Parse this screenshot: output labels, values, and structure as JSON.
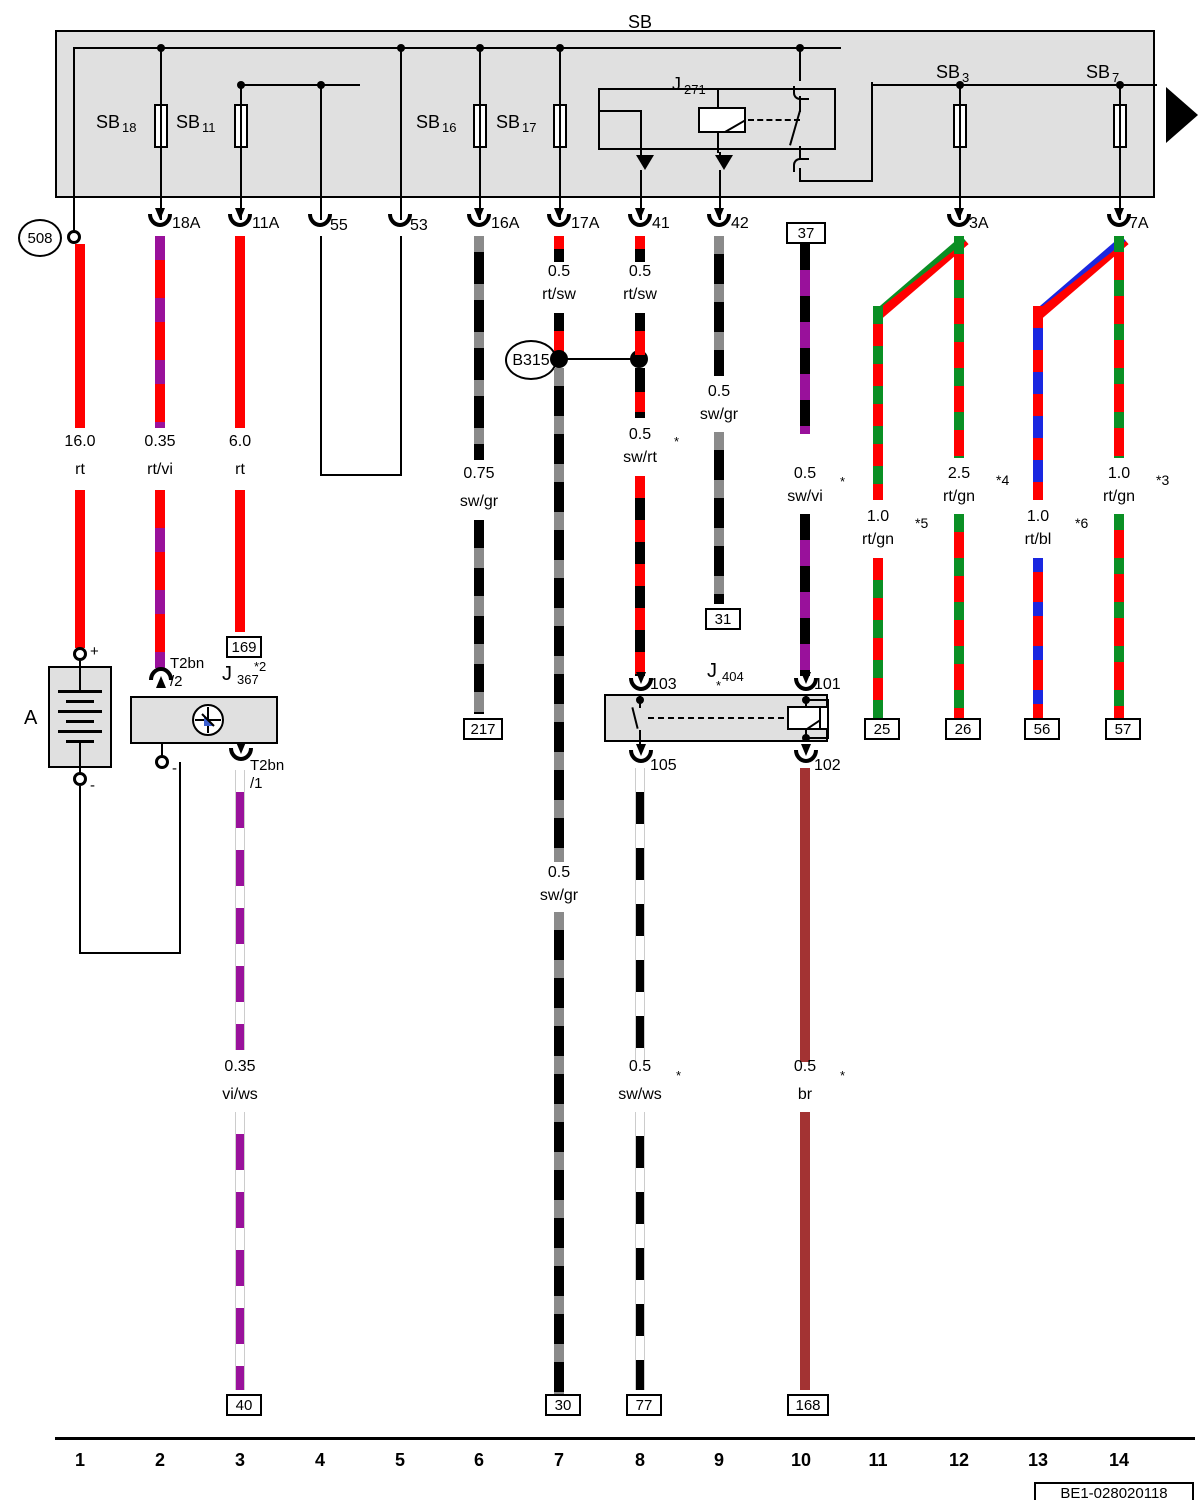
{
  "diagram": {
    "reference": "BE1-028020118",
    "fusebox_label": "SB",
    "fuses": [
      {
        "name": "SB",
        "sub": "18"
      },
      {
        "name": "SB",
        "sub": "11"
      },
      {
        "name": "SB",
        "sub": "16"
      },
      {
        "name": "SB",
        "sub": "17"
      },
      {
        "name": "SB",
        "sub": "3"
      },
      {
        "name": "SB",
        "sub": "7"
      }
    ],
    "relay_in_box": {
      "name": "J",
      "sub": "271"
    },
    "terminals": [
      {
        "id": "508"
      },
      {
        "id": "18A"
      },
      {
        "id": "11A"
      },
      {
        "id": "55"
      },
      {
        "id": "53"
      },
      {
        "id": "16A"
      },
      {
        "id": "17A"
      },
      {
        "id": "41"
      },
      {
        "id": "42"
      },
      {
        "id": "3A"
      },
      {
        "id": "7A"
      }
    ],
    "components": [
      {
        "name": "A",
        "desc": "battery"
      },
      {
        "name": "J",
        "sub": "367",
        "note": "*2",
        "desc": "battery-monitor-control-module",
        "pins": [
          "T2bn/2",
          "T2bn/1"
        ]
      },
      {
        "name": "J",
        "sub": "404",
        "note": "*",
        "desc": "relay",
        "pins": [
          "103",
          "105",
          "101",
          "102"
        ]
      },
      {
        "name": "B315",
        "desc": "splice"
      }
    ],
    "wires": [
      {
        "col": 1,
        "size": "16.0",
        "color": "rt",
        "note": ""
      },
      {
        "col": 2,
        "size": "0.35",
        "color": "rt/vi",
        "note": ""
      },
      {
        "col": 3,
        "size": "6.0",
        "color": "rt",
        "note": ""
      },
      {
        "col": 3,
        "size": "0.35",
        "color": "vi/ws",
        "note": ""
      },
      {
        "col": 6,
        "size": "0.75",
        "color": "sw/gr",
        "note": ""
      },
      {
        "col": 7,
        "size": "0.5",
        "color": "rt/sw",
        "note": ""
      },
      {
        "col": 7,
        "size": "0.5",
        "color": "sw/gr",
        "note": ""
      },
      {
        "col": 8,
        "size": "0.5",
        "color": "rt/sw",
        "note": ""
      },
      {
        "col": 8,
        "size": "0.5",
        "color": "sw/rt",
        "note": "*"
      },
      {
        "col": 8,
        "size": "0.5",
        "color": "sw/ws",
        "note": "*"
      },
      {
        "col": 9,
        "size": "0.5",
        "color": "sw/gr",
        "note": ""
      },
      {
        "col": 10,
        "size": "0.5",
        "color": "sw/vi",
        "note": "*"
      },
      {
        "col": 10,
        "size": "0.5",
        "color": "br",
        "note": "*"
      },
      {
        "col": 11,
        "size": "1.0",
        "color": "rt/gn",
        "note": "*5"
      },
      {
        "col": 12,
        "size": "2.5",
        "color": "rt/gn",
        "note": "*4"
      },
      {
        "col": 13,
        "size": "1.0",
        "color": "rt/bl",
        "note": "*6"
      },
      {
        "col": 14,
        "size": "1.0",
        "color": "rt/gn",
        "note": "*3"
      }
    ],
    "connector_boxes": [
      "169",
      "217",
      "31",
      "37",
      "40",
      "30",
      "77",
      "168",
      "25",
      "26",
      "56",
      "57"
    ],
    "column_numbers": [
      "1",
      "2",
      "3",
      "4",
      "5",
      "6",
      "7",
      "8",
      "9",
      "10",
      "11",
      "12",
      "13",
      "14"
    ],
    "battery_polarity": {
      "plus": "+",
      "minus": "-"
    },
    "colors": {
      "red": "#ff0000",
      "violet": "#99119b",
      "black": "#000000",
      "gray": "#8a8a8a",
      "green": "#0a8f24",
      "blue": "#1a27e0",
      "brown": "#a33333",
      "white": "#ffffff",
      "box_fill": "#e0e0e0"
    },
    "labels": {
      "size_16_0": "16.0",
      "col_rt": "rt",
      "size_0_35": "0.35",
      "col_rt_vi": "rt/vi",
      "size_6_0": "6.0",
      "col_vi_ws": "vi/ws",
      "size_0_75": "0.75",
      "col_sw_gr": "sw/gr",
      "size_0_5": "0.5",
      "col_rt_sw": "rt/sw",
      "col_sw_rt": "sw/rt",
      "col_sw_ws": "sw/ws",
      "col_sw_vi": "sw/vi",
      "col_br": "br",
      "size_1_0": "1.0",
      "col_rt_gn": "rt/gn",
      "size_2_5": "2.5",
      "col_rt_bl": "rt/bl",
      "pin_t2bn": "T2bn",
      "pin_2": "/2",
      "pin_1": "/1",
      "note_2": "*2",
      "note_3": "*3",
      "note_4": "*4",
      "note_5": "*5",
      "note_6": "*6",
      "note_star": "*"
    }
  }
}
